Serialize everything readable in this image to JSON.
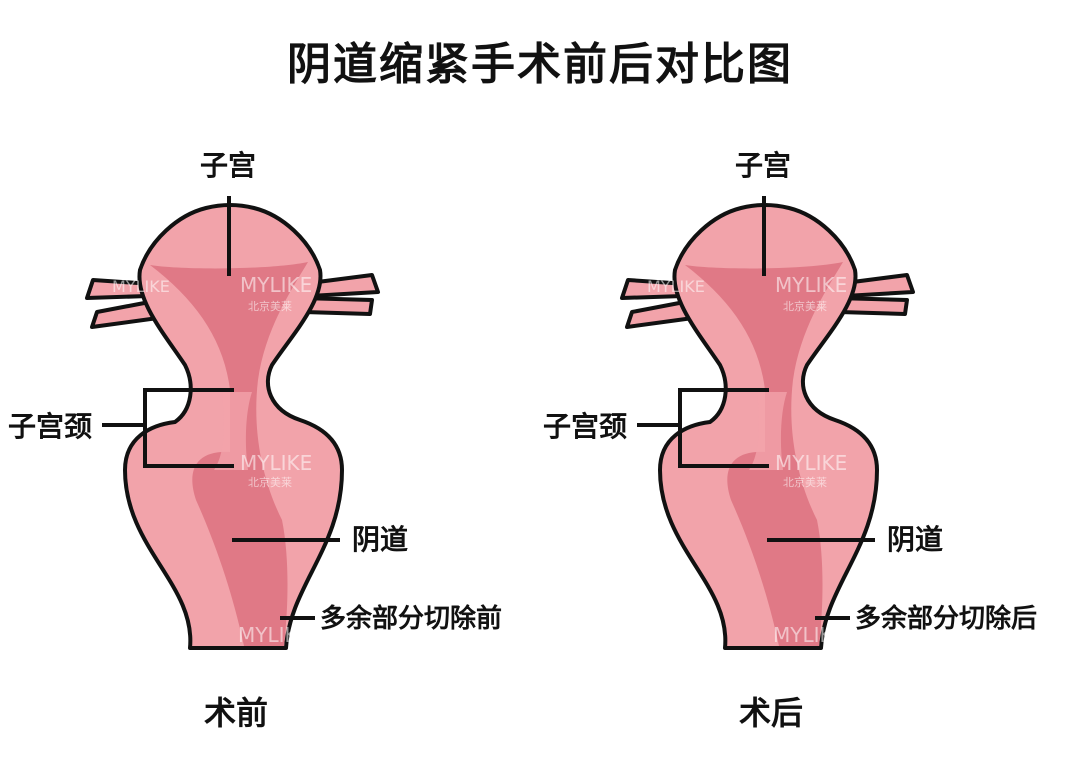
{
  "title": "阴道缩紧手术前后对比图",
  "colors": {
    "body_fill": "#f2a3aa",
    "inner_fill": "#d96b79",
    "outline": "#111111",
    "text": "#111111"
  },
  "panels": [
    {
      "caption": "术前",
      "labels": {
        "uterus": "子宫",
        "cervix": "子宫颈",
        "vagina": "阴道",
        "excess": "多余部分切除前"
      }
    },
    {
      "caption": "术后",
      "labels": {
        "uterus": "子宫",
        "cervix": "子宫颈",
        "vagina": "阴道",
        "excess": "多余部分切除后"
      }
    }
  ],
  "watermark": {
    "brand": "MYLIKE",
    "sub": "北京美莱"
  }
}
